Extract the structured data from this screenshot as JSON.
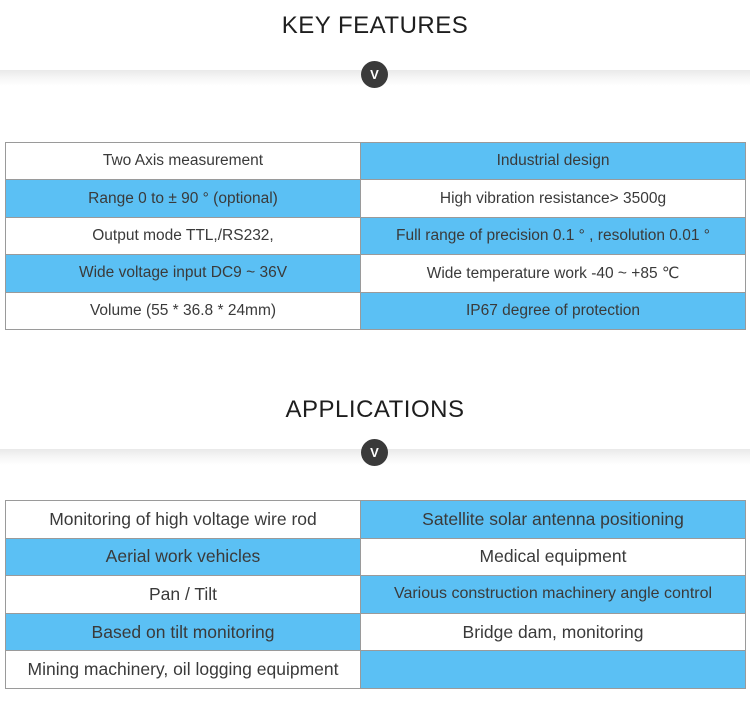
{
  "features": {
    "title": "KEY  FEATURES",
    "badge": "V",
    "rows": [
      {
        "left": "Two Axis measurement",
        "right": "Industrial design"
      },
      {
        "left": "Range 0 to  ± 90 °   (optional)",
        "right": "High vibration resistance> 3500g"
      },
      {
        "left": "Output mode TTL,/RS232,",
        "right": "Full range of precision 0.1 °  , resolution 0.01 °"
      },
      {
        "left": "Wide voltage input DC9 ~ 36V",
        "right": "Wide temperature work -40 ~ +85 ℃"
      },
      {
        "left": "Volume (55 * 36.8 * 24mm)",
        "right": "IP67 degree of protection"
      }
    ]
  },
  "applications": {
    "title": "APPLICATIONS",
    "badge": "V",
    "rows": [
      {
        "left": "Monitoring of high voltage wire rod",
        "right": "Satellite solar antenna positioning"
      },
      {
        "left": "Aerial work vehicles",
        "right": "Medical equipment"
      },
      {
        "left": "Pan / Tilt",
        "right": "Various construction machinery angle control"
      },
      {
        "left": "Based on tilt monitoring",
        "right": "Bridge dam, monitoring"
      },
      {
        "left": "Mining machinery, oil logging equipment",
        "right": ""
      }
    ]
  },
  "colors": {
    "accent_blue": "#5bc0f4",
    "badge_dark": "#3a3a3a",
    "border_gray": "#9a9a9a"
  },
  "icons": {
    "section_badge": "chevron-down-badge-icon"
  }
}
